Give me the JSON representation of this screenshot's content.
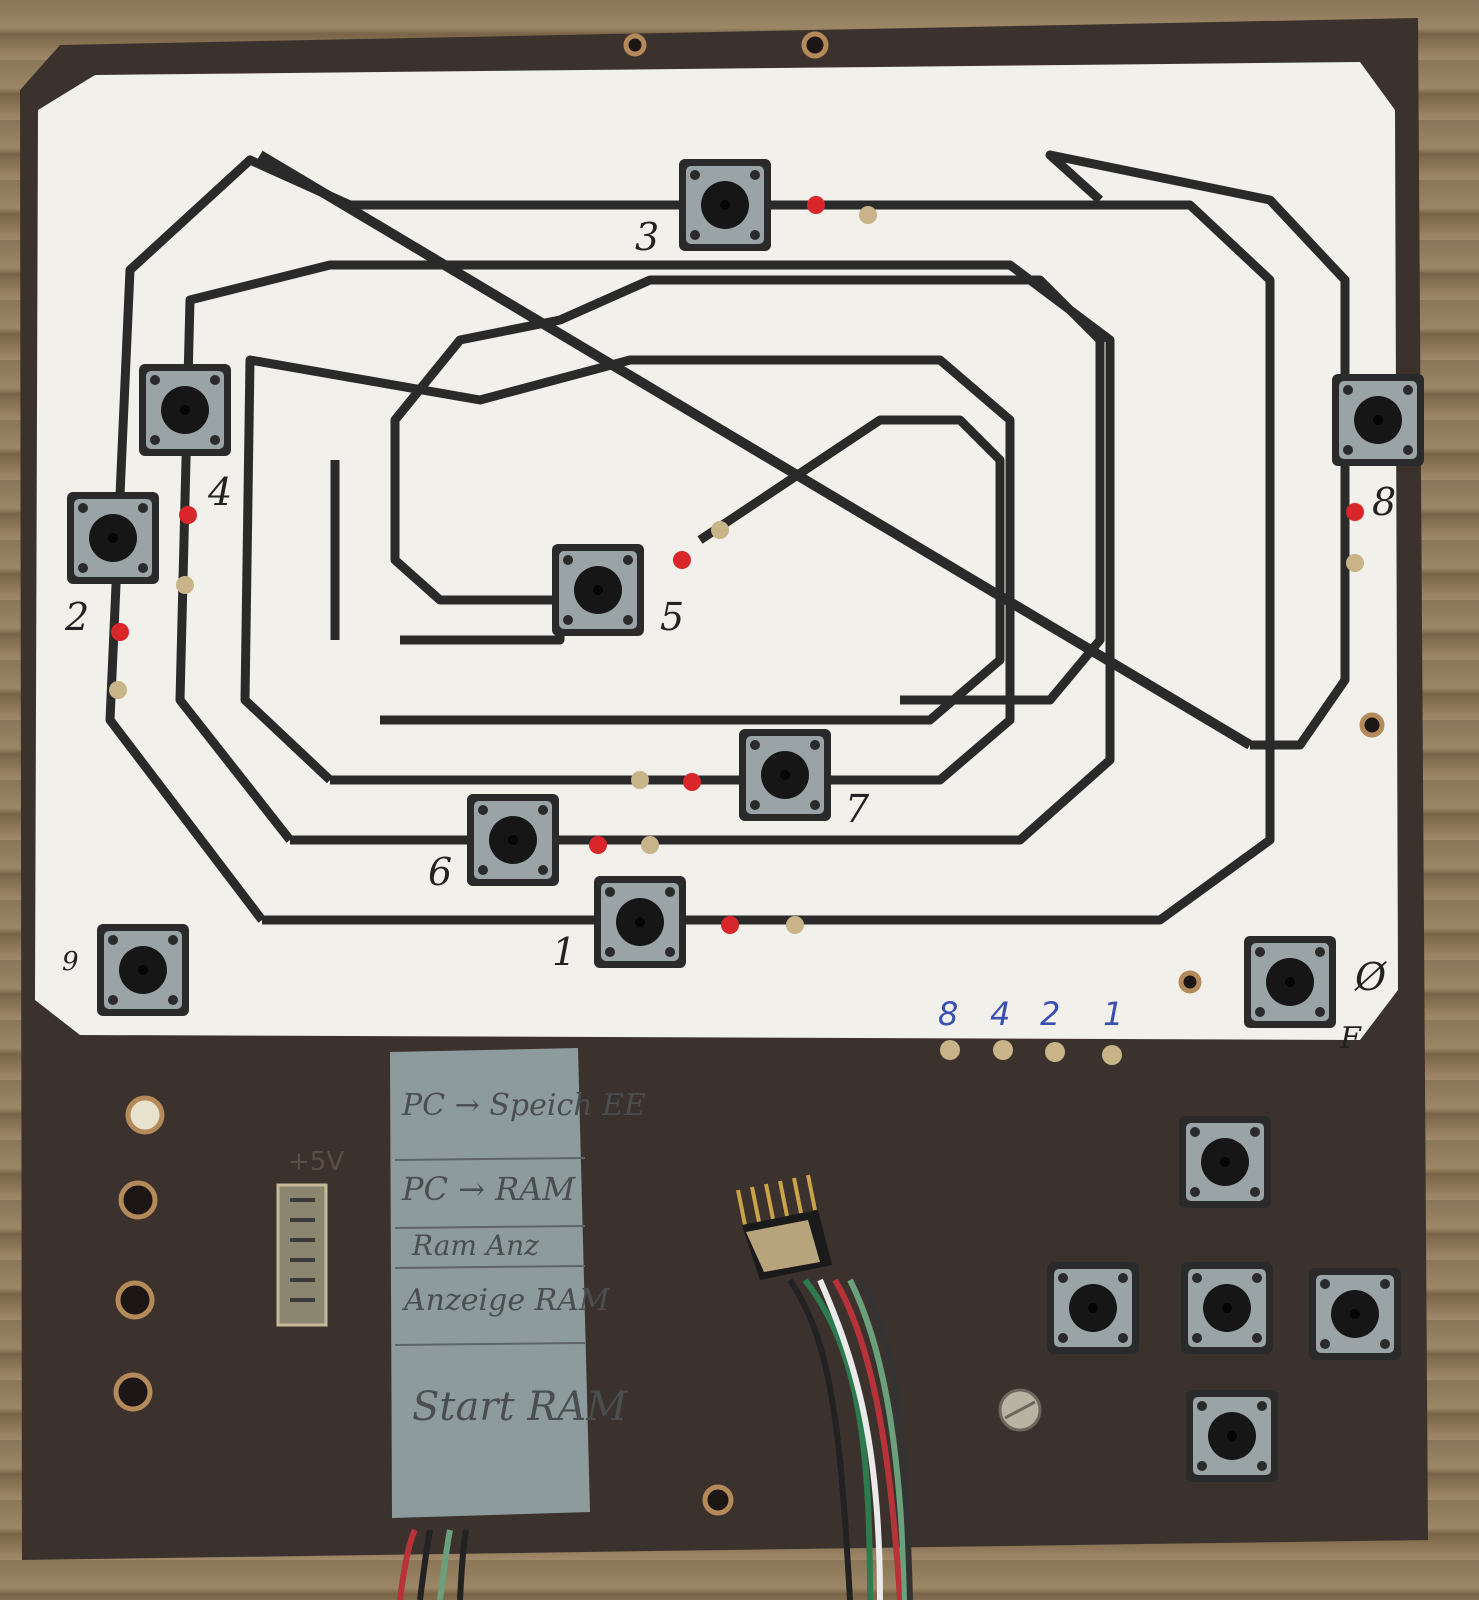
{
  "layout_labels": {
    "sensor_1": "1",
    "sensor_2": "2",
    "sensor_3": "3",
    "sensor_4": "4",
    "sensor_5": "5",
    "sensor_6": "6",
    "sensor_7": "7",
    "sensor_8": "8",
    "sensor_9": "9",
    "sensor_0": "Ø",
    "sensor_0_sub": "F"
  },
  "binary_labels": [
    "8",
    "4",
    "2",
    "1"
  ],
  "note_card": {
    "line1": "PC → Speich EE",
    "line2": "PC → RAM",
    "line3": "Ram Anz",
    "line4": "Anzeige RAM",
    "line5": "Start RAM"
  },
  "power_label": "+5V",
  "colors": {
    "board": "#3b322d",
    "paper": "#f2f0ea",
    "track": "#2a2a2a",
    "led_red": "#d8262a",
    "led_clear": "#c9b48a",
    "card": "#8e9b9c"
  }
}
